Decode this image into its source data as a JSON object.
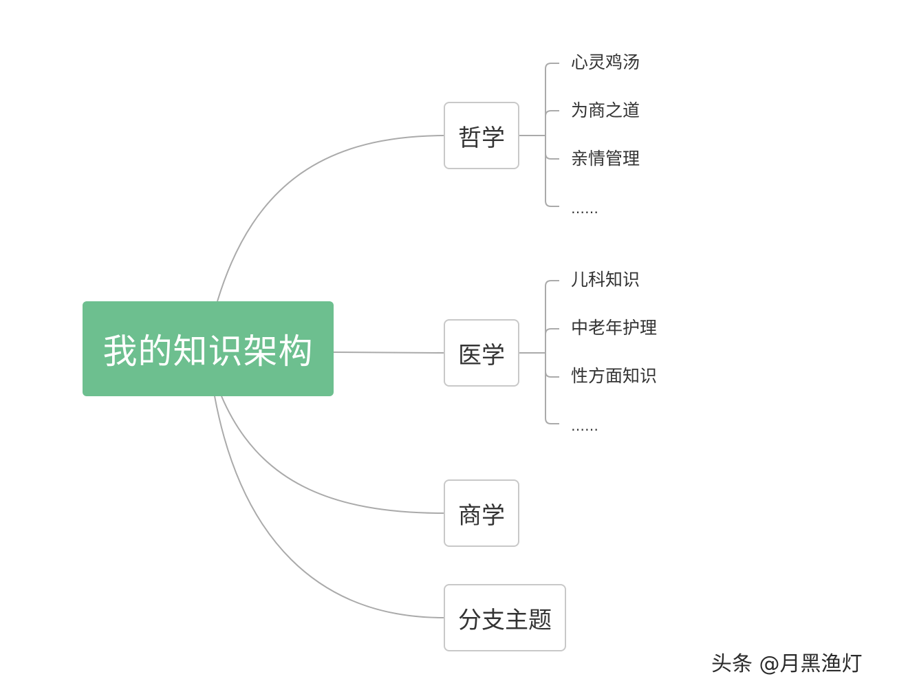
{
  "root": {
    "label": "我的知识架构",
    "color": "#6dbf8f"
  },
  "branches": [
    {
      "label": "哲学",
      "children": [
        "心灵鸡汤",
        "为商之道",
        "亲情管理",
        "……"
      ]
    },
    {
      "label": "医学",
      "children": [
        "儿科知识",
        "中老年护理",
        "性方面知识",
        "……"
      ]
    },
    {
      "label": "商学",
      "children": []
    },
    {
      "label": "分支主题",
      "children": []
    }
  ],
  "watermark": "头条 @月黑渔灯",
  "colors": {
    "connector": "#aaaaaa",
    "node_border": "#c8c8c8",
    "text": "#333333"
  }
}
